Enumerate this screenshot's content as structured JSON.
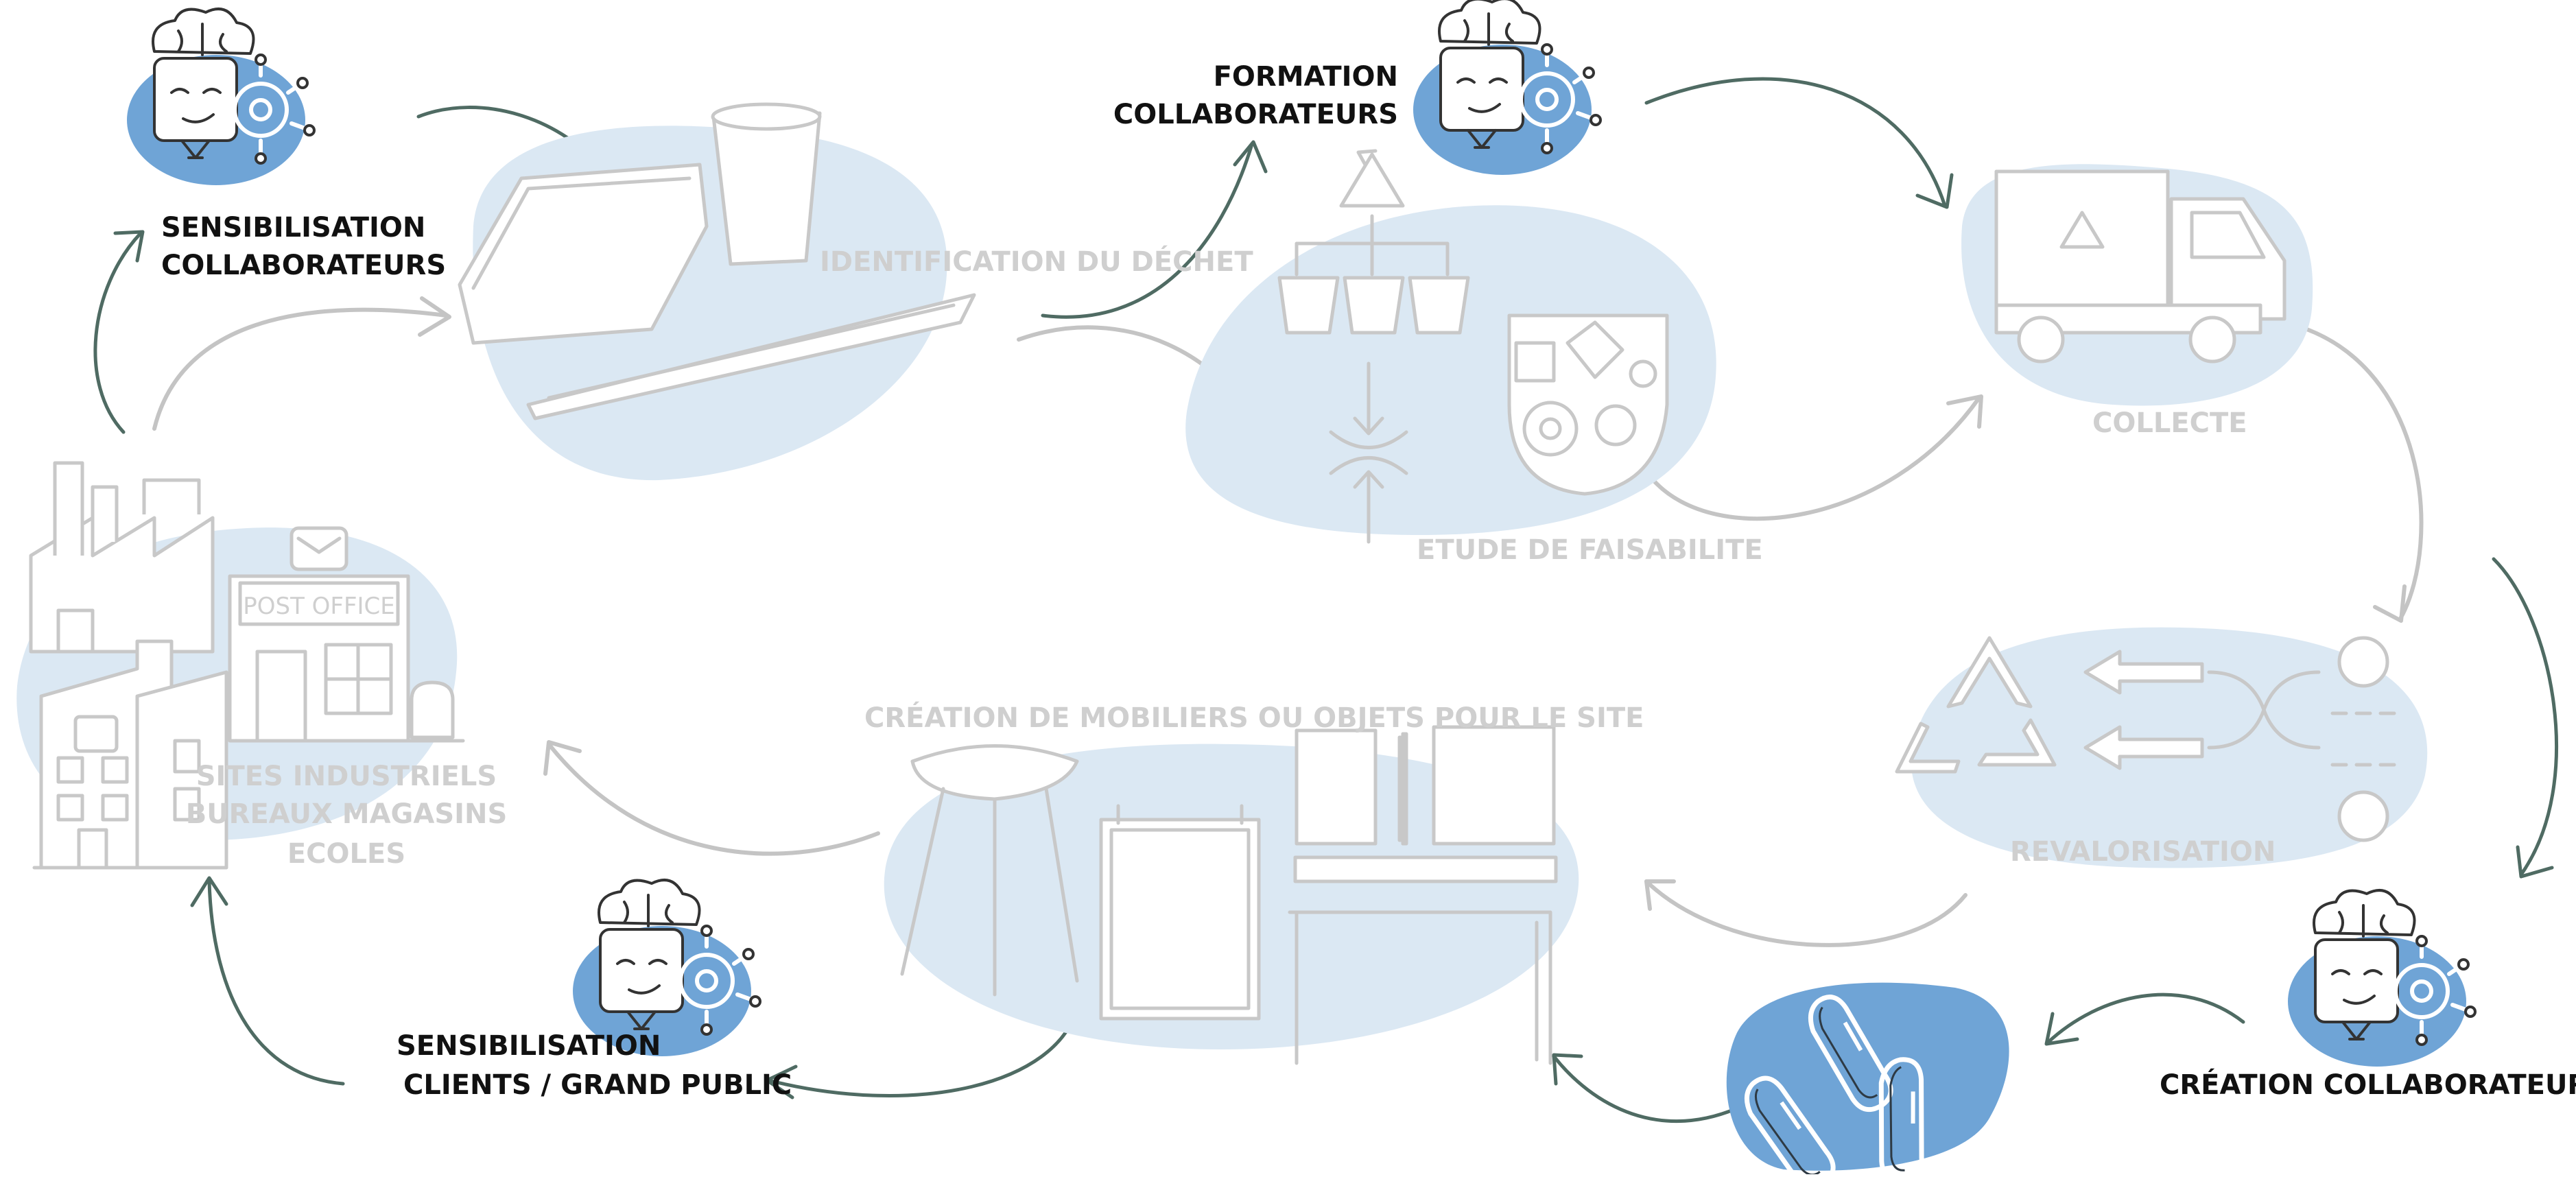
{
  "steps": {
    "identification": "IDENTIFICATION DU DÉCHET",
    "faisabilite": "ETUDE DE FAISABILITE",
    "collecte": "COLLECTE",
    "revalorisation": "REVALORISATION",
    "creation_site": "CRÉATION DE MOBILIERS OU OBJETS POUR LE SITE",
    "sites_line1": "SITES INDUSTRIELS",
    "sites_line2": "BUREAUX MAGASINS",
    "sites_line3": "ECOLES"
  },
  "actions": {
    "sensib_collab_line1": "SENSIBILISATION",
    "sensib_collab_line2": "COLLABORATEURS",
    "formation_line1": "FORMATION",
    "formation_line2": "COLLABORATEURS",
    "creation_collab": "CRÉATION COLLABORATEURS",
    "sensib_public_line1": "SENSIBILISATION",
    "sensib_public_line2": "CLIENTS / GRAND PUBLIC"
  },
  "office_sign": "POST OFFICE",
  "icons": [
    "brain-robot-icon",
    "recycle-icon",
    "truck-icon",
    "factory-icon",
    "post-office-icon",
    "building-icon",
    "stool-icon",
    "cabinet-icon",
    "carabiner-icon",
    "gear-icon",
    "bin-icon"
  ],
  "colors": {
    "blob_light": "#dbe8f3",
    "blob_dark": "#6fa4d6",
    "step_text": "#cfcfcf",
    "action_text": "#111111",
    "arrow_green": "#4f6b63",
    "arrow_gray": "#c4c4c4"
  }
}
